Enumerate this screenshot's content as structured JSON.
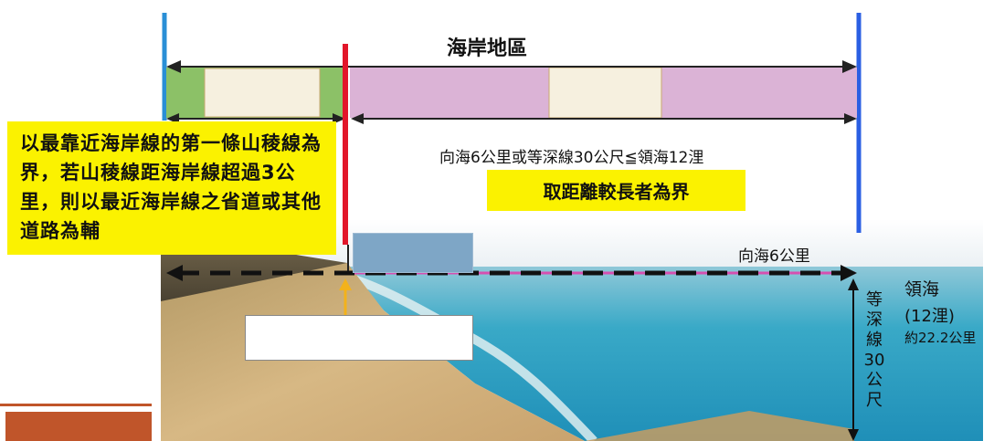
{
  "title": "海岸地區",
  "range_text": "向海6公里或等深線30公尺≦領海12浬",
  "longer_text": "取距離較長者為界",
  "rule_text": "以最靠近海岸線的第一條山稜線為界，若山稜線距海岸線超過3公里，則以最近海岸線之省道或其他道路為輔",
  "six_km_text": "向海6公里",
  "territorial": {
    "label": "領海",
    "miles": "(12浬)",
    "km": "約22.2公里"
  },
  "isobath_text": "等深線30公尺",
  "colors": {
    "land_band": "#8cc167",
    "sea_band": "#dbb3d6",
    "ridge_line": "#e2162a",
    "left_boundary": "#2a8fd6",
    "right_boundary": "#2b5fe3",
    "highlight": "#fbf200",
    "arrow_up": "#f3b21b",
    "pink_line": "#d64fb0"
  }
}
